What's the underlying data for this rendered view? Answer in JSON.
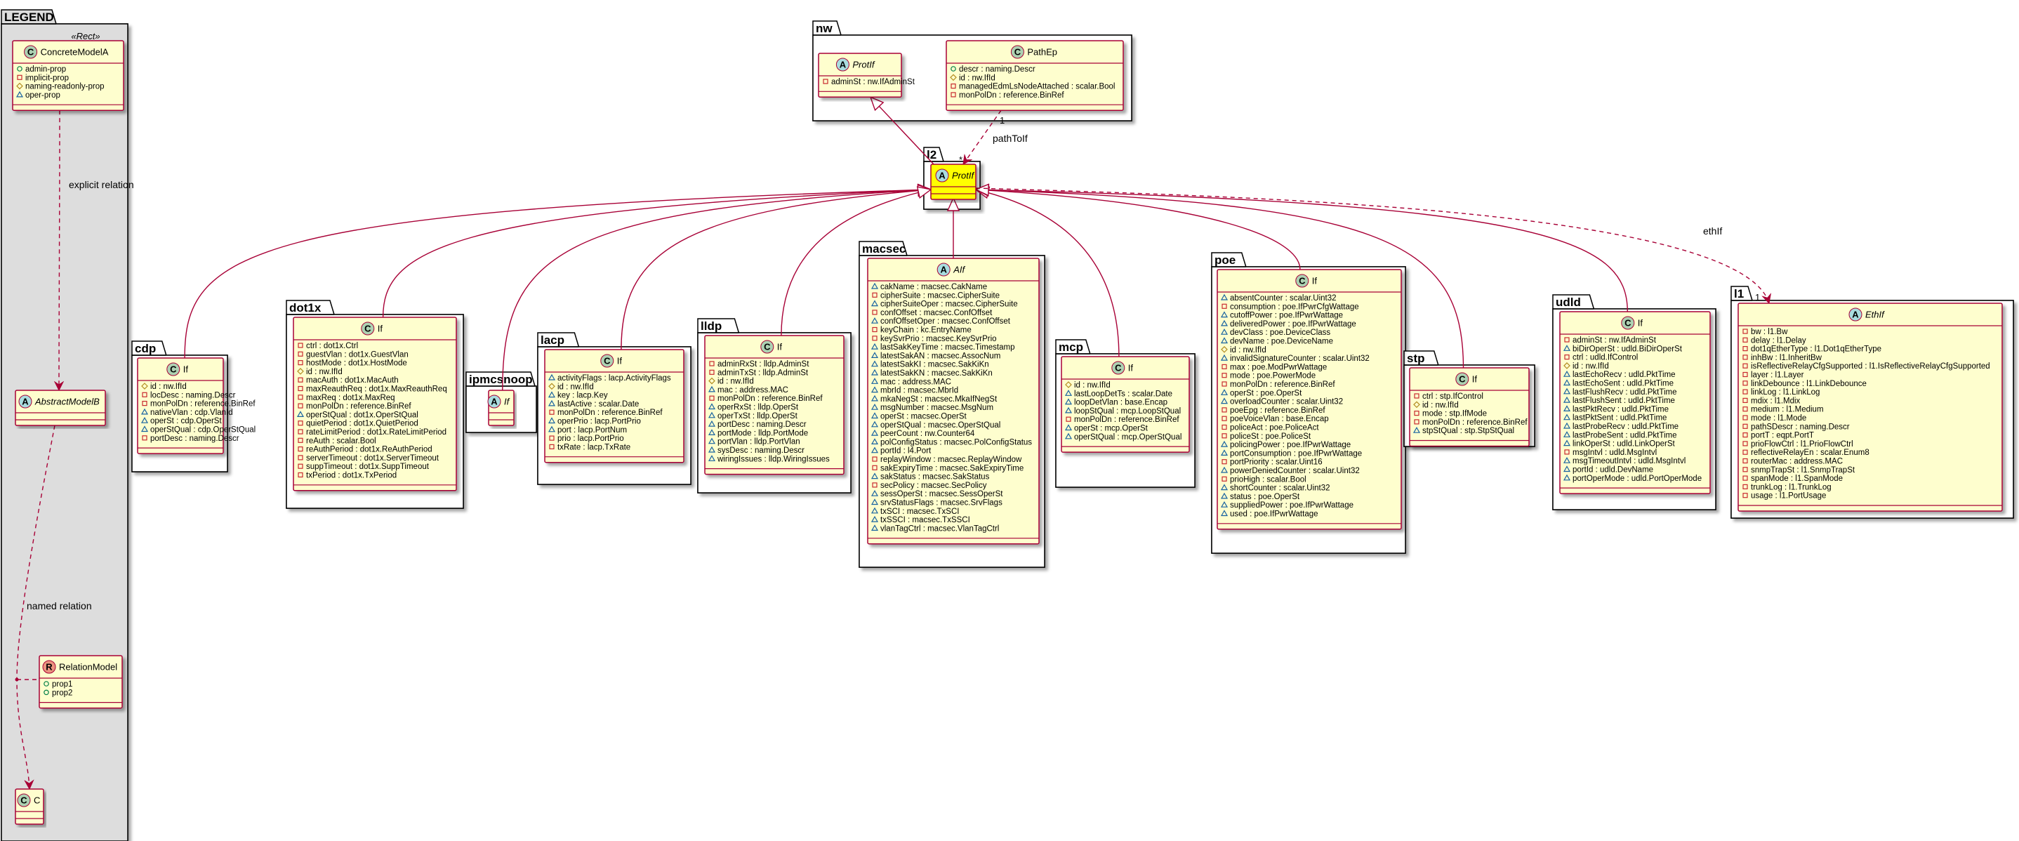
{
  "colors": {
    "class_fill": "#FEFECE",
    "class_border": "#A80036",
    "relation_line": "#A80036",
    "badge_class": "#ADD1B2",
    "badge_abstract": "#A9DCDF",
    "badge_relation": "#EB937F",
    "legend_fill": "#DDDDDD",
    "highlight_fill": "#FFFF00"
  },
  "legend": {
    "title": "LEGEND",
    "stereotype": "«Rect»",
    "concrete": {
      "name": "ConcreteModelA",
      "attrs": [
        {
          "vis": "+",
          "text": "admin-prop"
        },
        {
          "vis": "-",
          "text": "implicit-prop"
        },
        {
          "vis": "#",
          "text": "naming-readonly-prop"
        },
        {
          "vis": "~",
          "text": "oper-prop"
        }
      ]
    },
    "abstract": {
      "name": "AbstractModelB"
    },
    "relation_model": {
      "name": "RelationModel",
      "attrs": [
        {
          "vis": "+",
          "text": "prop1"
        },
        {
          "vis": "+",
          "text": "prop2"
        }
      ]
    },
    "c_class": {
      "name": "C"
    },
    "explicit_label": "explicit relation",
    "named_label": "named relation"
  },
  "packages": {
    "nw": {
      "title": "nw",
      "protif": {
        "name": "ProtIf",
        "attrs": [
          {
            "vis": "-",
            "text": "adminSt : nw.IfAdminSt"
          }
        ]
      },
      "pathep": {
        "name": "PathEp",
        "attrs": [
          {
            "vis": "+",
            "text": "descr : naming.Descr"
          },
          {
            "vis": "#",
            "text": "id : nw.IfId"
          },
          {
            "vis": "-",
            "text": "managedEdmLsNodeAttached : scalar.Bool"
          },
          {
            "vis": "-",
            "text": "monPolDn : reference.BinRef"
          }
        ]
      }
    },
    "l2": {
      "title": "l2",
      "protif": {
        "name": "ProtIf"
      }
    },
    "cdp": {
      "title": "cdp",
      "cls": {
        "name": "If",
        "attrs": [
          {
            "vis": "#",
            "text": "id : nw.IfId"
          },
          {
            "vis": "-",
            "text": "locDesc : naming.Descr"
          },
          {
            "vis": "-",
            "text": "monPolDn : reference.BinRef"
          },
          {
            "vis": "~",
            "text": "nativeVlan : cdp.VlanId"
          },
          {
            "vis": "~",
            "text": "operSt : cdp.OperSt"
          },
          {
            "vis": "~",
            "text": "operStQual : cdp.OperStQual"
          },
          {
            "vis": "-",
            "text": "portDesc : naming.Descr"
          }
        ]
      }
    },
    "dot1x": {
      "title": "dot1x",
      "cls": {
        "name": "If",
        "attrs": [
          {
            "vis": "-",
            "text": "ctrl : dot1x.Ctrl"
          },
          {
            "vis": "-",
            "text": "guestVlan : dot1x.GuestVlan"
          },
          {
            "vis": "-",
            "text": "hostMode : dot1x.HostMode"
          },
          {
            "vis": "#",
            "text": "id : nw.IfId"
          },
          {
            "vis": "-",
            "text": "macAuth : dot1x.MacAuth"
          },
          {
            "vis": "-",
            "text": "maxReauthReq : dot1x.MaxReauthReq"
          },
          {
            "vis": "-",
            "text": "maxReq : dot1x.MaxReq"
          },
          {
            "vis": "-",
            "text": "monPolDn : reference.BinRef"
          },
          {
            "vis": "~",
            "text": "operStQual : dot1x.OperStQual"
          },
          {
            "vis": "-",
            "text": "quietPeriod : dot1x.QuietPeriod"
          },
          {
            "vis": "-",
            "text": "rateLimitPeriod : dot1x.RateLimitPeriod"
          },
          {
            "vis": "-",
            "text": "reAuth : scalar.Bool"
          },
          {
            "vis": "-",
            "text": "reAuthPeriod : dot1x.ReAuthPeriod"
          },
          {
            "vis": "-",
            "text": "serverTimeout : dot1x.ServerTimeout"
          },
          {
            "vis": "-",
            "text": "suppTimeout : dot1x.SuppTimeout"
          },
          {
            "vis": "-",
            "text": "txPeriod : dot1x.TxPeriod"
          }
        ]
      }
    },
    "ipmcsnoop": {
      "title": "ipmcsnoop",
      "cls": {
        "name": "If"
      }
    },
    "lacp": {
      "title": "lacp",
      "cls": {
        "name": "If",
        "attrs": [
          {
            "vis": "~",
            "text": "activityFlags : lacp.ActivityFlags"
          },
          {
            "vis": "#",
            "text": "id : nw.IfId"
          },
          {
            "vis": "~",
            "text": "key : lacp.Key"
          },
          {
            "vis": "~",
            "text": "lastActive : scalar.Date"
          },
          {
            "vis": "-",
            "text": "monPolDn : reference.BinRef"
          },
          {
            "vis": "~",
            "text": "operPrio : lacp.PortPrio"
          },
          {
            "vis": "~",
            "text": "port : lacp.PortNum"
          },
          {
            "vis": "-",
            "text": "prio : lacp.PortPrio"
          },
          {
            "vis": "-",
            "text": "txRate : lacp.TxRate"
          }
        ]
      }
    },
    "lldp": {
      "title": "lldp",
      "cls": {
        "name": "If",
        "attrs": [
          {
            "vis": "-",
            "text": "adminRxSt : lldp.AdminSt"
          },
          {
            "vis": "-",
            "text": "adminTxSt : lldp.AdminSt"
          },
          {
            "vis": "#",
            "text": "id : nw.IfId"
          },
          {
            "vis": "~",
            "text": "mac : address.MAC"
          },
          {
            "vis": "-",
            "text": "monPolDn : reference.BinRef"
          },
          {
            "vis": "~",
            "text": "operRxSt : lldp.OperSt"
          },
          {
            "vis": "~",
            "text": "operTxSt : lldp.OperSt"
          },
          {
            "vis": "~",
            "text": "portDesc : naming.Descr"
          },
          {
            "vis": "~",
            "text": "portMode : lldp.PortMode"
          },
          {
            "vis": "~",
            "text": "portVlan : lldp.PortVlan"
          },
          {
            "vis": "~",
            "text": "sysDesc : naming.Descr"
          },
          {
            "vis": "~",
            "text": "wiringIssues : lldp.WiringIssues"
          }
        ]
      }
    },
    "macsec": {
      "title": "macsec",
      "cls": {
        "name": "AIf",
        "attrs": [
          {
            "vis": "~",
            "text": "cakName : macsec.CakName"
          },
          {
            "vis": "-",
            "text": "cipherSuite : macsec.CipherSuite"
          },
          {
            "vis": "~",
            "text": "cipherSuiteOper : macsec.CipherSuite"
          },
          {
            "vis": "-",
            "text": "confOffset : macsec.ConfOffset"
          },
          {
            "vis": "~",
            "text": "confOffsetOper : macsec.ConfOffset"
          },
          {
            "vis": "-",
            "text": "keyChain : kc.EntryName"
          },
          {
            "vis": "-",
            "text": "keySvrPrio : macsec.KeySvrPrio"
          },
          {
            "vis": "~",
            "text": "lastSakKeyTime : macsec.Timestamp"
          },
          {
            "vis": "~",
            "text": "latestSakAN : macsec.AssocNum"
          },
          {
            "vis": "~",
            "text": "latestSakKI : macsec.SakKiKn"
          },
          {
            "vis": "~",
            "text": "latestSakKN : macsec.SakKiKn"
          },
          {
            "vis": "~",
            "text": "mac : address.MAC"
          },
          {
            "vis": "~",
            "text": "mbrId : macsec.MbrId"
          },
          {
            "vis": "~",
            "text": "mkaNegSt : macsec.MkaIfNegSt"
          },
          {
            "vis": "~",
            "text": "msgNumber : macsec.MsgNum"
          },
          {
            "vis": "~",
            "text": "operSt : macsec.OperSt"
          },
          {
            "vis": "~",
            "text": "operStQual : macsec.OperStQual"
          },
          {
            "vis": "~",
            "text": "peerCount : nw.Counter64"
          },
          {
            "vis": "~",
            "text": "polConfigStatus : macsec.PolConfigStatus"
          },
          {
            "vis": "~",
            "text": "portId : l4.Port"
          },
          {
            "vis": "-",
            "text": "replayWindow : macsec.ReplayWindow"
          },
          {
            "vis": "-",
            "text": "sakExpiryTime : macsec.SakExpiryTime"
          },
          {
            "vis": "~",
            "text": "sakStatus : macsec.SakStatus"
          },
          {
            "vis": "-",
            "text": "secPolicy : macsec.SecPolicy"
          },
          {
            "vis": "~",
            "text": "sessOperSt : macsec.SessOperSt"
          },
          {
            "vis": "~",
            "text": "srvStatusFlags : macsec.SrvFlags"
          },
          {
            "vis": "~",
            "text": "txSCI : macsec.TxSCI"
          },
          {
            "vis": "~",
            "text": "txSSCI : macsec.TxSSCI"
          },
          {
            "vis": "~",
            "text": "vlanTagCtrl : macsec.VlanTagCtrl"
          }
        ]
      }
    },
    "mcp": {
      "title": "mcp",
      "cls": {
        "name": "If",
        "attrs": [
          {
            "vis": "#",
            "text": "id : nw.IfId"
          },
          {
            "vis": "~",
            "text": "lastLoopDetTs : scalar.Date"
          },
          {
            "vis": "~",
            "text": "loopDetVlan : base.Encap"
          },
          {
            "vis": "~",
            "text": "loopStQual : mcp.LoopStQual"
          },
          {
            "vis": "-",
            "text": "monPolDn : reference.BinRef"
          },
          {
            "vis": "~",
            "text": "operSt : mcp.OperSt"
          },
          {
            "vis": "~",
            "text": "operStQual : mcp.OperStQual"
          }
        ]
      }
    },
    "poe": {
      "title": "poe",
      "cls": {
        "name": "If",
        "attrs": [
          {
            "vis": "~",
            "text": "absentCounter : scalar.Uint32"
          },
          {
            "vis": "-",
            "text": "consumption : poe.IfPwrCfgWattage"
          },
          {
            "vis": "~",
            "text": "cutoffPower : poe.IfPwrWattage"
          },
          {
            "vis": "~",
            "text": "deliveredPower : poe.IfPwrWattage"
          },
          {
            "vis": "~",
            "text": "devClass : poe.DeviceClass"
          },
          {
            "vis": "~",
            "text": "devName : poe.DeviceName"
          },
          {
            "vis": "#",
            "text": "id : nw.IfId"
          },
          {
            "vis": "~",
            "text": "invalidSignatureCounter : scalar.Uint32"
          },
          {
            "vis": "-",
            "text": "max : poe.ModPwrWattage"
          },
          {
            "vis": "-",
            "text": "mode : poe.PowerMode"
          },
          {
            "vis": "-",
            "text": "monPolDn : reference.BinRef"
          },
          {
            "vis": "~",
            "text": "operSt : poe.OperSt"
          },
          {
            "vis": "~",
            "text": "overloadCounter : scalar.Uint32"
          },
          {
            "vis": "-",
            "text": "poeEpg : reference.BinRef"
          },
          {
            "vis": "-",
            "text": "poeVoiceVlan : base.Encap"
          },
          {
            "vis": "-",
            "text": "policeAct : poe.PoliceAct"
          },
          {
            "vis": "-",
            "text": "policeSt : poe.PoliceSt"
          },
          {
            "vis": "~",
            "text": "policingPower : poe.IfPwrWattage"
          },
          {
            "vis": "~",
            "text": "portConsumption : poe.IfPwrWattage"
          },
          {
            "vis": "-",
            "text": "portPriority : scalar.Uint16"
          },
          {
            "vis": "~",
            "text": "powerDeniedCounter : scalar.Uint32"
          },
          {
            "vis": "-",
            "text": "prioHigh : scalar.Bool"
          },
          {
            "vis": "~",
            "text": "shortCounter : scalar.Uint32"
          },
          {
            "vis": "~",
            "text": "status : poe.OperSt"
          },
          {
            "vis": "~",
            "text": "suppliedPower : poe.IfPwrWattage"
          },
          {
            "vis": "~",
            "text": "used : poe.IfPwrWattage"
          }
        ]
      }
    },
    "stp": {
      "title": "stp",
      "cls": {
        "name": "If",
        "attrs": [
          {
            "vis": "-",
            "text": "ctrl : stp.IfControl"
          },
          {
            "vis": "#",
            "text": "id : nw.IfId"
          },
          {
            "vis": "-",
            "text": "mode : stp.IfMode"
          },
          {
            "vis": "-",
            "text": "monPolDn : reference.BinRef"
          },
          {
            "vis": "~",
            "text": "stpStQual : stp.StpStQual"
          }
        ]
      }
    },
    "udld": {
      "title": "udld",
      "cls": {
        "name": "If",
        "attrs": [
          {
            "vis": "-",
            "text": "adminSt : nw.IfAdminSt"
          },
          {
            "vis": "~",
            "text": "biDirOperSt : udld.BiDirOperSt"
          },
          {
            "vis": "-",
            "text": "ctrl : udld.IfControl"
          },
          {
            "vis": "#",
            "text": "id : nw.IfId"
          },
          {
            "vis": "~",
            "text": "lastEchoRecv : udld.PktTime"
          },
          {
            "vis": "~",
            "text": "lastEchoSent : udld.PktTime"
          },
          {
            "vis": "~",
            "text": "lastFlushRecv : udld.PktTime"
          },
          {
            "vis": "~",
            "text": "lastFlushSent : udld.PktTime"
          },
          {
            "vis": "~",
            "text": "lastPktRecv : udld.PktTime"
          },
          {
            "vis": "~",
            "text": "lastPktSent : udld.PktTime"
          },
          {
            "vis": "~",
            "text": "lastProbeRecv : udld.PktTime"
          },
          {
            "vis": "~",
            "text": "lastProbeSent : udld.PktTime"
          },
          {
            "vis": "~",
            "text": "linkOperSt : udld.LinkOperSt"
          },
          {
            "vis": "-",
            "text": "msgIntvl : udld.MsgIntvl"
          },
          {
            "vis": "~",
            "text": "msgTimeoutIntvl : udld.MsgIntvl"
          },
          {
            "vis": "~",
            "text": "portId : udld.DevName"
          },
          {
            "vis": "~",
            "text": "portOperMode : udld.PortOperMode"
          }
        ]
      }
    },
    "l1": {
      "title": "l1",
      "cls": {
        "name": "EthIf",
        "attrs": [
          {
            "vis": "-",
            "text": "bw : l1.Bw"
          },
          {
            "vis": "-",
            "text": "delay : l1.Delay"
          },
          {
            "vis": "-",
            "text": "dot1qEtherType : l1.Dot1qEtherType"
          },
          {
            "vis": "-",
            "text": "inhBw : l1.InheritBw"
          },
          {
            "vis": "-",
            "text": "isReflectiveRelayCfgSupported : l1.IsReflectiveRelayCfgSupported"
          },
          {
            "vis": "-",
            "text": "layer : l1.Layer"
          },
          {
            "vis": "-",
            "text": "linkDebounce : l1.LinkDebounce"
          },
          {
            "vis": "-",
            "text": "linkLog : l1.LinkLog"
          },
          {
            "vis": "-",
            "text": "mdix : l1.Mdix"
          },
          {
            "vis": "-",
            "text": "medium : l1.Medium"
          },
          {
            "vis": "-",
            "text": "mode : l1.Mode"
          },
          {
            "vis": "-",
            "text": "pathSDescr : naming.Descr"
          },
          {
            "vis": "-",
            "text": "portT : eqpt.PortT"
          },
          {
            "vis": "-",
            "text": "prioFlowCtrl : l1.PrioFlowCtrl"
          },
          {
            "vis": "-",
            "text": "reflectiveRelayEn : scalar.Enum8"
          },
          {
            "vis": "-",
            "text": "routerMac : address.MAC"
          },
          {
            "vis": "-",
            "text": "snmpTrapSt : l1.SnmpTrapSt"
          },
          {
            "vis": "-",
            "text": "spanMode : l1.SpanMode"
          },
          {
            "vis": "-",
            "text": "trunkLog : l1.TrunkLog"
          },
          {
            "vis": "-",
            "text": "usage : l1.PortUsage"
          }
        ]
      }
    }
  },
  "relations": {
    "pathToIf_label": "pathToIf",
    "pathToIf_mult_src": "1",
    "pathToIf_mult_dst": "*",
    "ethIf_label": "ethIf",
    "ethIf_mult_dst": "1"
  }
}
